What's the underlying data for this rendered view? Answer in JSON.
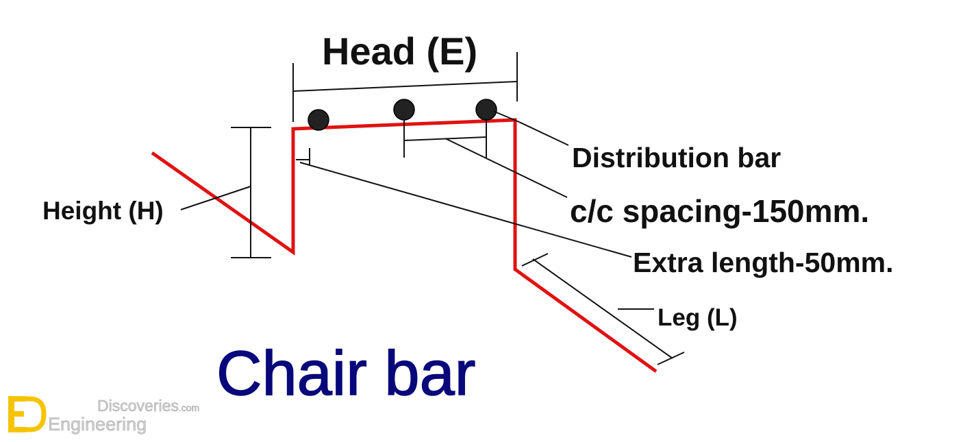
{
  "colors": {
    "background": "#ffffff",
    "bar": "#e01212",
    "dimension_lines": "#111111",
    "distribution_bar_fill": "#222222",
    "title": "#08087a",
    "logo_mark": "#f5c400",
    "logo_text": "#bdbdbd"
  },
  "labels": {
    "head": "Head (E)",
    "distribution_bar": "Distribution bar",
    "spacing": "c/c spacing-150mm.",
    "extra_length": "Extra length-50mm.",
    "height": "Height (H)",
    "leg": "Leg (L)"
  },
  "title": "Chair bar",
  "logo": {
    "icon": "ed-monogram-icon",
    "word1": "Discoveries",
    "word1_suffix": ".com",
    "word2": "Engineering"
  }
}
